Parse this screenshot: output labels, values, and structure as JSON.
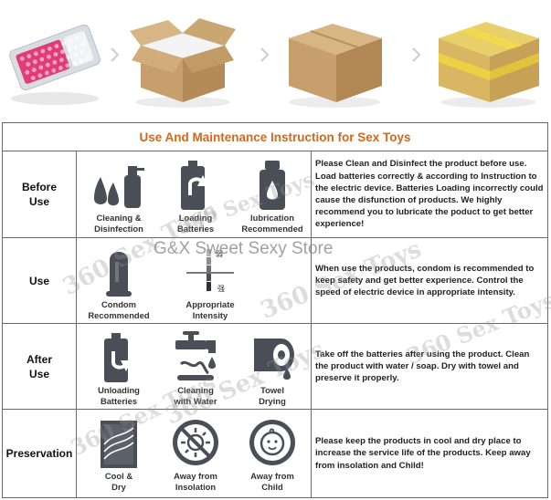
{
  "table": {
    "title": "Use And Maintenance Instruction for Sex Toys",
    "rows": [
      {
        "label": "Before\nUse",
        "icons": [
          {
            "name": "spray-bottle-icon",
            "label": "Cleaning &\nDisinfection"
          },
          {
            "name": "battery-loading-icon",
            "label": "Loading\nBatteries"
          },
          {
            "name": "lubricant-bottle-icon",
            "label": "lubrication\nRecommended"
          }
        ],
        "text": "Please Clean and Disinfect the product before use. Load batteries correctly & according to Instruction to the electric device. Batteries Loading incorrectly could cause the disfunction of products. We highly recommend you to lubricate the poduct to get better experience!"
      },
      {
        "label": "Use",
        "icons": [
          {
            "name": "condom-icon",
            "label": "Condom\nRecommended"
          },
          {
            "name": "intensity-scale-icon",
            "label": "Appropriate\nIntensity",
            "scale_top": "弱",
            "scale_bottom": "强"
          }
        ],
        "text": "When use the products, condom is recommended to keep safety and get better experience. Control the speed of electric device in appropriate intensity."
      },
      {
        "label": "After\nUse",
        "icons": [
          {
            "name": "battery-unloading-icon",
            "label": "Unloading\nBatteries"
          },
          {
            "name": "water-tap-icon",
            "label": "Cleaning\nwith Water"
          },
          {
            "name": "towel-roll-icon",
            "label": "Towel\nDrying"
          }
        ],
        "text": "Take off the batteries after using the product. Clean the product with water / soap. Dry with towel and preserve it properly."
      },
      {
        "label": "Preservation",
        "icons": [
          {
            "name": "cool-dry-icon",
            "label": "Cool &\nDry"
          },
          {
            "name": "no-sun-icon",
            "label": "Away from\nInsolation"
          },
          {
            "name": "no-child-icon",
            "label": "Away from\nChild"
          }
        ],
        "text": "Please keep the products in cool and dry place to increase the service life of the products. Keep away from insolation and Child!"
      }
    ]
  },
  "watermarks": {
    "store": "G&X Sweet Sexy Store",
    "brand": "360 Sex Toys"
  },
  "colors": {
    "title": "#d2691e",
    "icon": "#4a4f57",
    "border": "#6a6a6a"
  }
}
